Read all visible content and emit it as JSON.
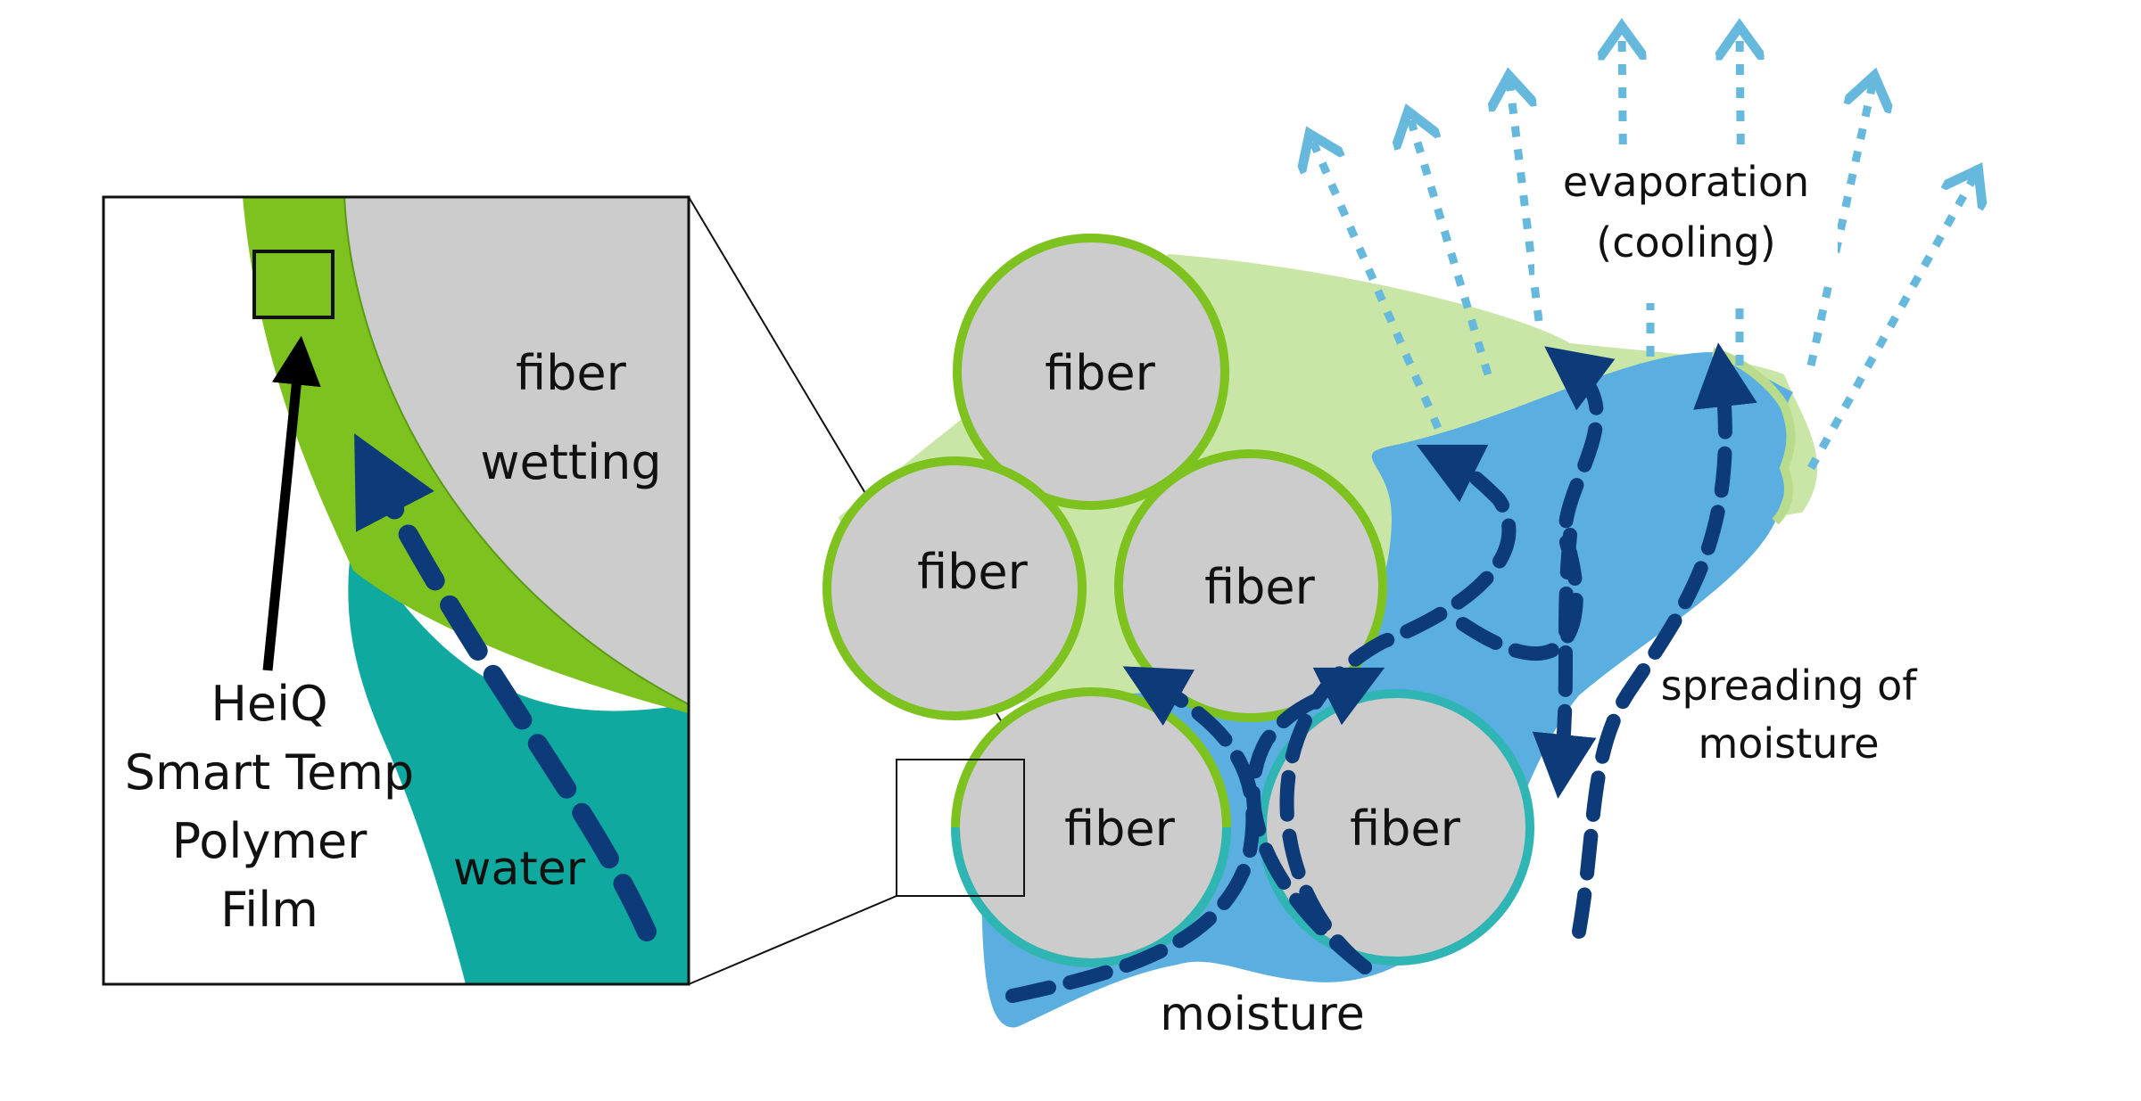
{
  "inset": {
    "fiber_label": "fiber",
    "wetting_label": "wetting",
    "polymer_label_lines": [
      "HeiQ",
      "Smart Temp",
      "Polymer",
      "Film"
    ],
    "water_label": "water"
  },
  "fibers": [
    {
      "id": "top",
      "label": "fiber"
    },
    {
      "id": "mid-left",
      "label": "fiber"
    },
    {
      "id": "mid-right",
      "label": "fiber"
    },
    {
      "id": "bottom-left",
      "label": "fiber"
    },
    {
      "id": "bottom-right",
      "label": "fiber"
    }
  ],
  "labels": {
    "evaporation_line1": "evaporation",
    "evaporation_line2": "(cooling)",
    "spreading_line1": "spreading of",
    "spreading_line2": "moisture",
    "moisture": "moisture"
  },
  "colors": {
    "fiber_fill": "#cccccc",
    "fiber_ring": "#7dc21e",
    "polymer_film": "#7dc21e",
    "polymer_film_light": "#c9e6a6",
    "water": "#0fa9a0",
    "moisture": "#5aaee0",
    "flow_arrow": "#0d3b7a",
    "evaporation_arrow": "#66b8dc"
  }
}
